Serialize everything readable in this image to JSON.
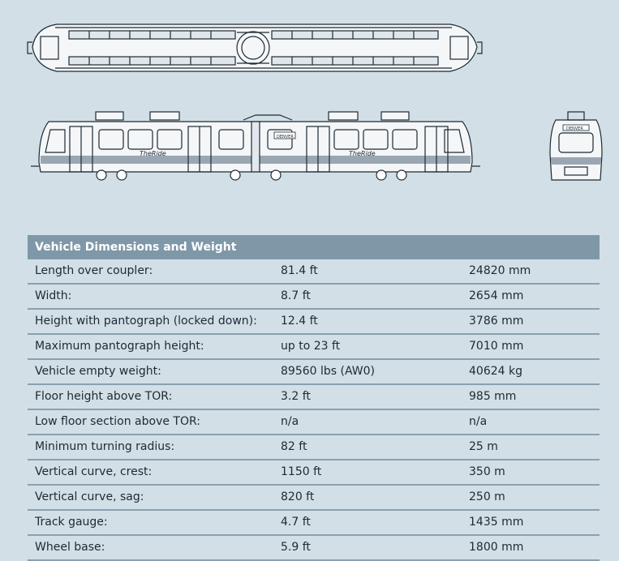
{
  "table": {
    "title": "Vehicle Dimensions and Weight",
    "rows": [
      [
        "Length over coupler:",
        "81.4 ft",
        "24820 mm"
      ],
      [
        "Width:",
        "8.7 ft",
        "2654 mm"
      ],
      [
        "Height with pantograph (locked down):",
        "12.4 ft",
        "3786 mm"
      ],
      [
        "Maximum pantograph height:",
        "up to 23 ft",
        "7010 mm"
      ],
      [
        "Vehicle empty weight:",
        "89560 lbs (AW0)",
        "40624 kg"
      ],
      [
        "Floor height above TOR:",
        "3.2 ft",
        "985 mm"
      ],
      [
        "Low floor section above TOR:",
        "n/a",
        "n/a"
      ],
      [
        "Minimum turning radius:",
        "82 ft",
        "25 m"
      ],
      [
        "Vertical curve, crest:",
        "1150 ft",
        "350 m"
      ],
      [
        "Vertical curve, sag:",
        "820 ft",
        "250 m"
      ],
      [
        "Track gauge:",
        "4.7 ft",
        "1435 mm"
      ],
      [
        "Wheel base:",
        "5.9 ft",
        "1800 mm"
      ]
    ]
  },
  "drawing": {
    "side_logo": "TheRide",
    "destination_sign": "DENVER",
    "stripe_color": "#9aa7b3",
    "line_color": "#1d2a33"
  }
}
